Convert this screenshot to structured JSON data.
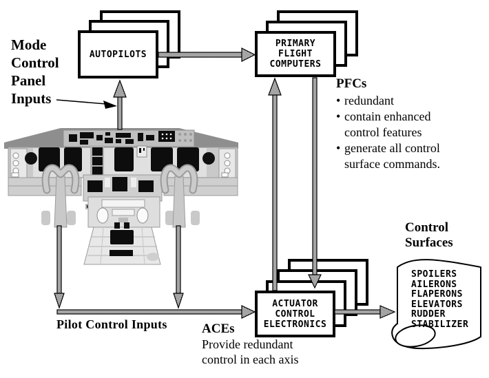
{
  "boxes": {
    "autopilots": {
      "label": "AUTOPILOTS"
    },
    "primary_flight_computers": {
      "lines": [
        "PRIMARY",
        "FLIGHT",
        "COMPUTERS"
      ]
    },
    "actuator_control_electronics": {
      "lines": [
        "ACTUATOR",
        "CONTROL",
        "ELECTRONICS"
      ]
    }
  },
  "annotations": {
    "mode_control_panel_inputs": {
      "lines": [
        "Mode",
        "Control",
        "Panel",
        "Inputs"
      ]
    },
    "pilot_control_inputs": "Pilot Control Inputs",
    "pfcs": {
      "title": "PFCs",
      "bullet_char": "•",
      "lines": [
        "redundant",
        "contain enhanced",
        "control features",
        "generate all control",
        "surface commands."
      ]
    },
    "aces": {
      "title": "ACEs",
      "lines": [
        "Provide redundant",
        "control in each axis"
      ]
    },
    "control_surfaces": {
      "lines": [
        "Control",
        "Surfaces"
      ]
    }
  },
  "control_surfaces_list": [
    "SPOILERS",
    "AILERONS",
    "FLAPERONS",
    "ELEVATORS",
    "RUDDER",
    "STABILIZER"
  ],
  "colors": {
    "box_border": "#000000",
    "arrow_speckle": "#4a4a4a",
    "cockpit_gray": "#8e8e8e",
    "background": "#ffffff"
  }
}
